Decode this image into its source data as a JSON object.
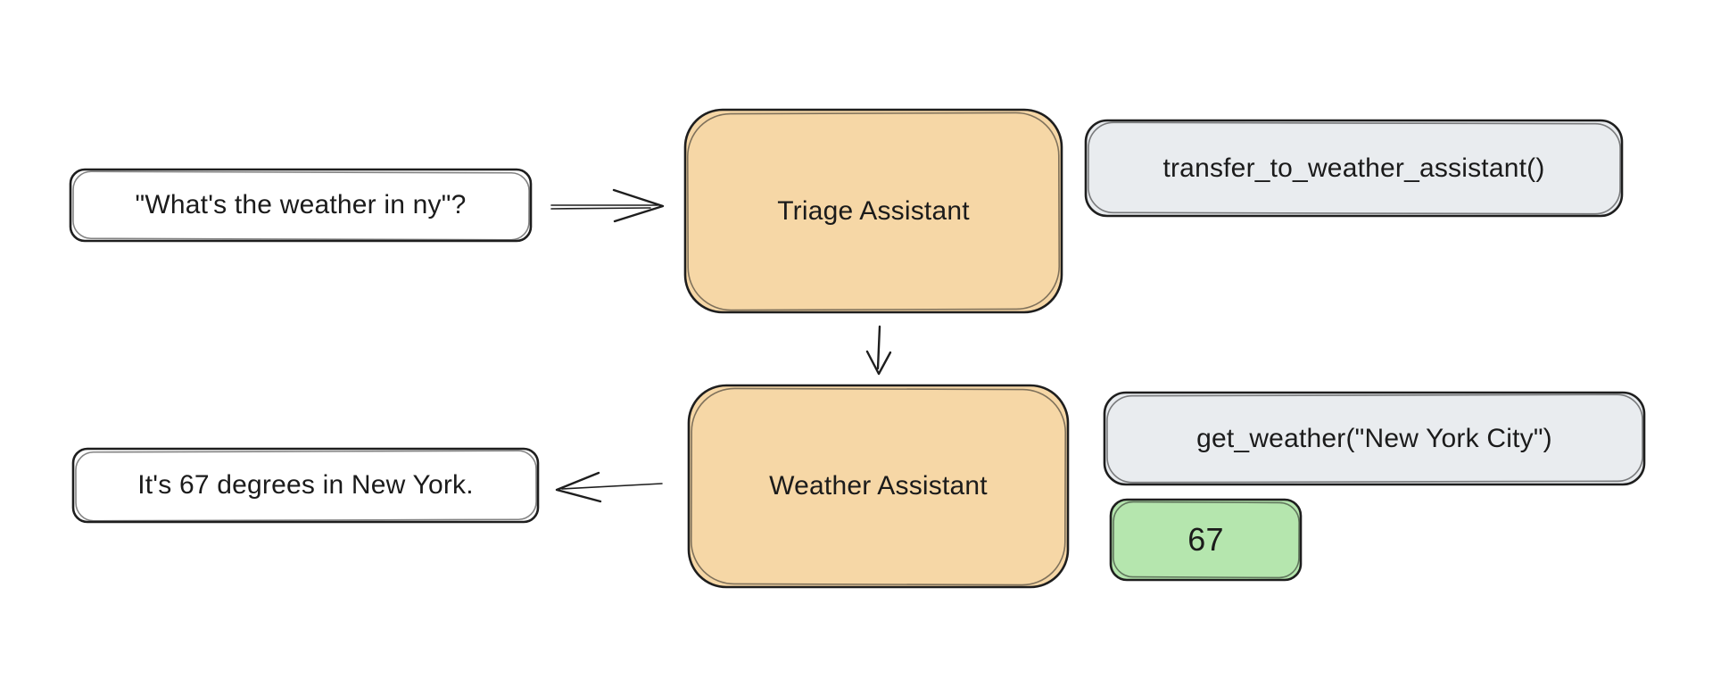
{
  "diagram": {
    "title": "agent-handoff-flow",
    "colors": {
      "stroke": "#1e1e1e",
      "text": "#1b1b1b",
      "background": "#ffffff",
      "agent_fill": "#f6d7a6",
      "tool_fill": "#e9ecef",
      "result_fill": "#b5e6ae",
      "message_fill": "#ffffff"
    },
    "nodes": {
      "user_query": {
        "label": "\"What's the weather in ny\"?"
      },
      "triage_agent": {
        "label": "Triage Assistant"
      },
      "transfer_call": {
        "label": "transfer_to_weather_assistant()"
      },
      "weather_agent": {
        "label": "Weather Assistant"
      },
      "tool_call": {
        "label": "get_weather(\"New York City\")"
      },
      "tool_result": {
        "label": "67"
      },
      "final_response": {
        "label": "It's 67 degrees in New York."
      }
    },
    "edges": [
      {
        "name": "user-to-triage",
        "direction": "right"
      },
      {
        "name": "triage-to-weather",
        "direction": "down"
      },
      {
        "name": "weather-to-response",
        "direction": "left"
      }
    ]
  }
}
